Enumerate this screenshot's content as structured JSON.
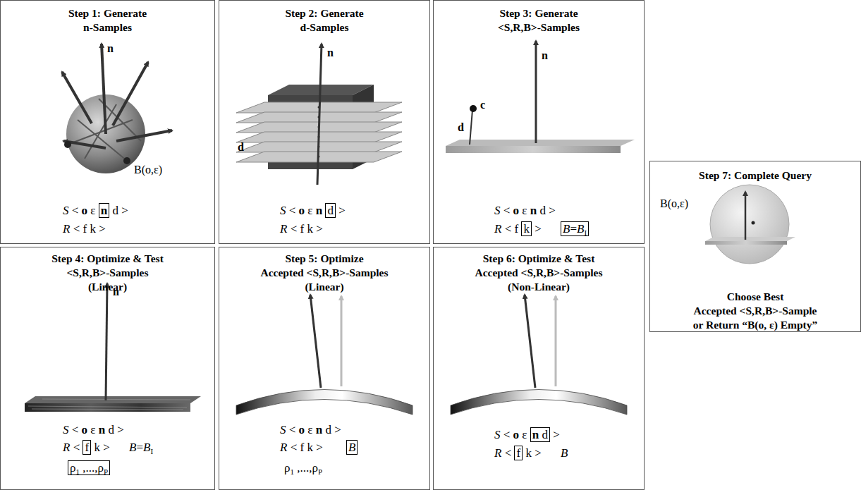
{
  "diagram": {
    "nodes": [
      {
        "text": [
          "Step 1: Generate n-Samples",
          "S < o ε n d >",
          "R < f k >"
        ]
      },
      {
        "text": [
          "Step 2: Generate d-Samples",
          "S < o ε n d >",
          "R < f k >"
        ]
      },
      {
        "text": [
          "Step 3: Generate <S,R,B>-Samples",
          "S < o ε n d >",
          "R < f k >",
          "B=BI"
        ]
      },
      {
        "text": [
          "Step 7: Complete Query",
          "Choose Best Accepted <S,R,B>-Sample or Return “B(o, ε) Empty”"
        ]
      },
      {
        "text": [
          "Step 4: Optimize & Test <S,R,B>-Samples (Linear)",
          "S < o ε n d >",
          "R < f k >",
          "B=BI",
          "ρ1 ,...,ρP"
        ]
      },
      {
        "text": [
          "Step 5: Optimize Accepted <S,R,B>-Samples (Linear)",
          "S < o ε n d >",
          "R < f k >",
          "B",
          "ρ1 ,...,ρP"
        ]
      },
      {
        "text": [
          "Step 6: Optimize & Test Accepted <S,R,B>-Samples (Non-Linear)",
          "S < o ε n d >",
          "R < f k >",
          "B"
        ]
      }
    ],
    "labels": [
      "n",
      "B(o,ε)",
      "n",
      "d",
      "c",
      "d",
      "n",
      "n",
      "B(o,ε)"
    ]
  }
}
